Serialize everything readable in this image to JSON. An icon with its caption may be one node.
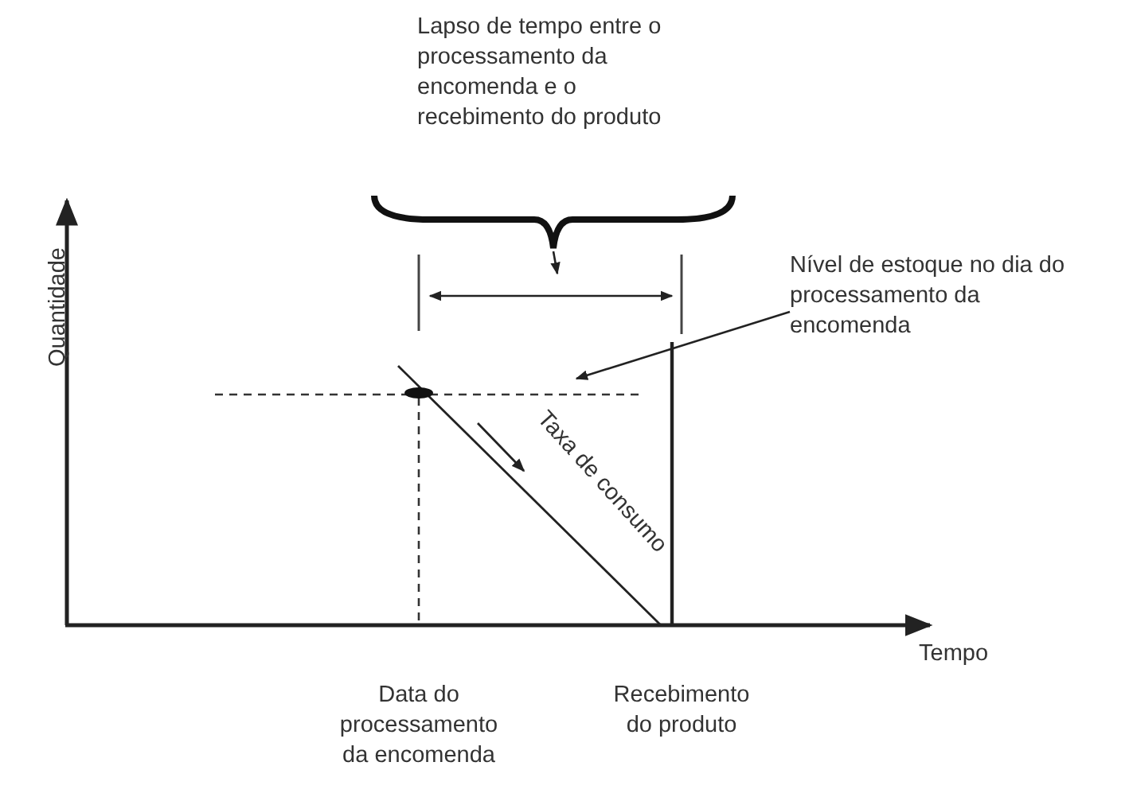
{
  "diagram": {
    "nodes": [
      {
        "text": [
          "Lapso de tempo entre o processamento da encomenda e o recebimento do produto"
        ]
      },
      {
        "text": [
          "Nível de estoque no dia do processamento da encomenda"
        ]
      }
    ],
    "edges": [
      {
        "from": 0,
        "to": null,
        "arrow": "to"
      },
      {
        "from": 1,
        "to": null,
        "arrow": "to"
      }
    ],
    "labels": [
      "Quantidade",
      "Taxa de consumo",
      "Tempo",
      "Data do processamento da encomenda",
      "Recebimento do produto"
    ]
  }
}
